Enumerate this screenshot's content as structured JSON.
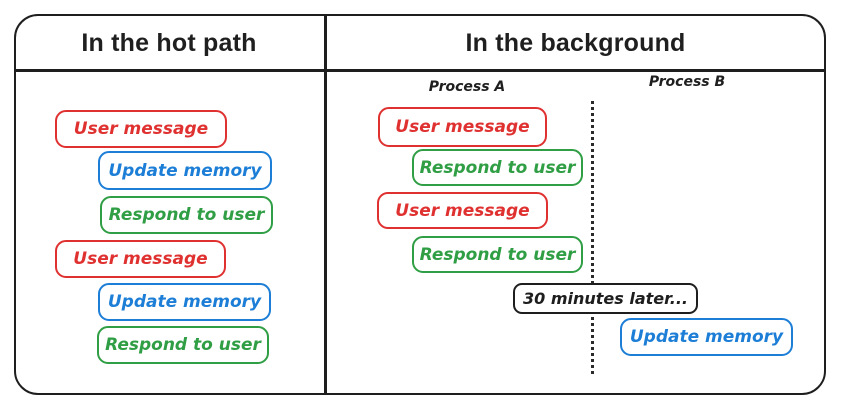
{
  "panels": {
    "hot_path": {
      "title": "In the hot path",
      "steps": [
        {
          "label": "User message",
          "color": "#e03131"
        },
        {
          "label": "Update memory",
          "color": "#1c7ed6"
        },
        {
          "label": "Respond to user",
          "color": "#2f9e44"
        },
        {
          "label": "User message",
          "color": "#e03131"
        },
        {
          "label": "Update memory",
          "color": "#1c7ed6"
        },
        {
          "label": "Respond to user",
          "color": "#2f9e44"
        }
      ]
    },
    "background": {
      "title": "In the background",
      "process_a": {
        "label": "Process A",
        "steps": [
          {
            "label": "User message",
            "color": "#e03131"
          },
          {
            "label": "Respond to user",
            "color": "#2f9e44"
          },
          {
            "label": "User message",
            "color": "#e03131"
          },
          {
            "label": "Respond to user",
            "color": "#2f9e44"
          }
        ]
      },
      "process_b": {
        "label": "Process B",
        "steps": [
          {
            "label": "Update memory",
            "color": "#1c7ed6"
          }
        ]
      },
      "timeline_marker": {
        "label": "30 minutes later...",
        "color": "#1e1e1e"
      }
    }
  },
  "colors": {
    "red": "#e03131",
    "blue": "#1c7ed6",
    "green": "#2f9e44",
    "ink": "#1e1e1e",
    "background": "#ffffff"
  }
}
